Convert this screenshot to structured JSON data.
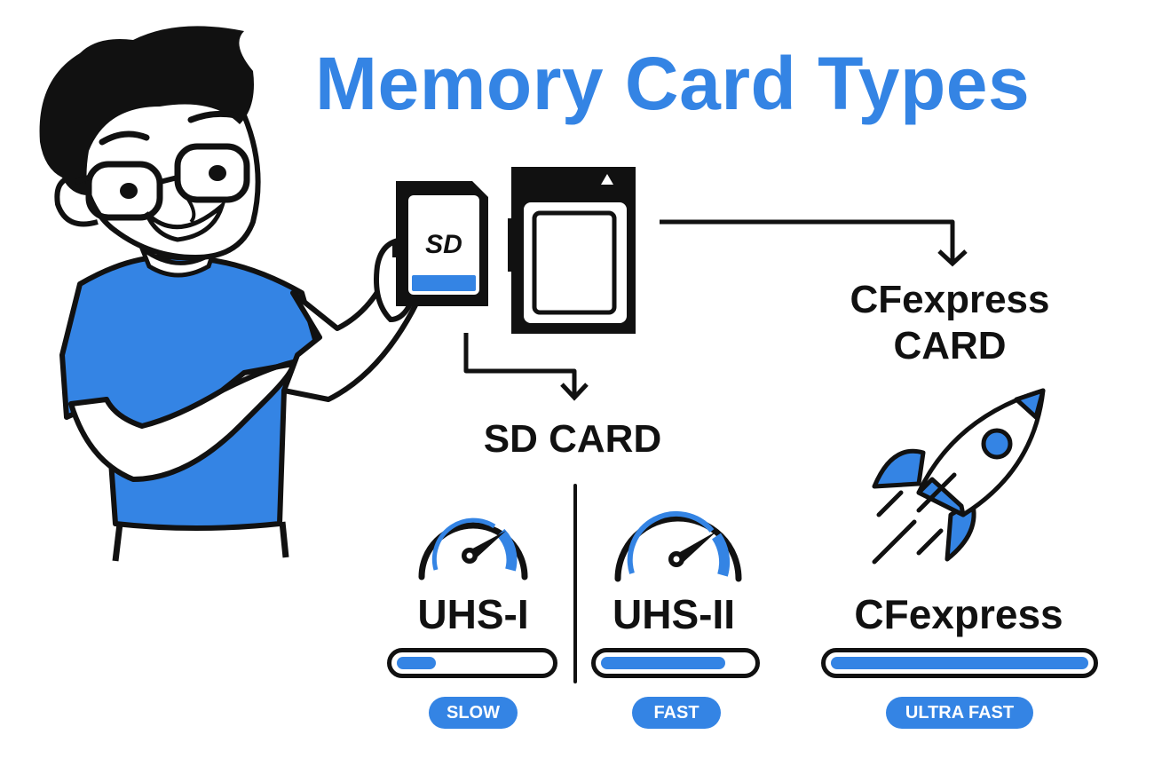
{
  "title": "Memory Card Types",
  "colors": {
    "accent": "#3484e4",
    "ink": "#111111",
    "background": "#ffffff"
  },
  "character": {
    "description": "cartoon man with glasses in blue t-shirt holding SD card and pointing"
  },
  "cards": {
    "sd": {
      "logo_text": "SD",
      "label": "SD CARD"
    },
    "cfexpress": {
      "label_line1": "CFexpress",
      "label_line2": "CARD"
    }
  },
  "speed_tiers": [
    {
      "name": "UHS-I",
      "badge": "SLOW",
      "fill_percent": 25,
      "icon": "speedometer-icon"
    },
    {
      "name": "UHS-II",
      "badge": "FAST",
      "fill_percent": 80,
      "icon": "speedometer-icon"
    },
    {
      "name": "CFexpress",
      "badge": "ULTRA FAST",
      "fill_percent": 100,
      "icon": "rocket-icon"
    }
  ]
}
